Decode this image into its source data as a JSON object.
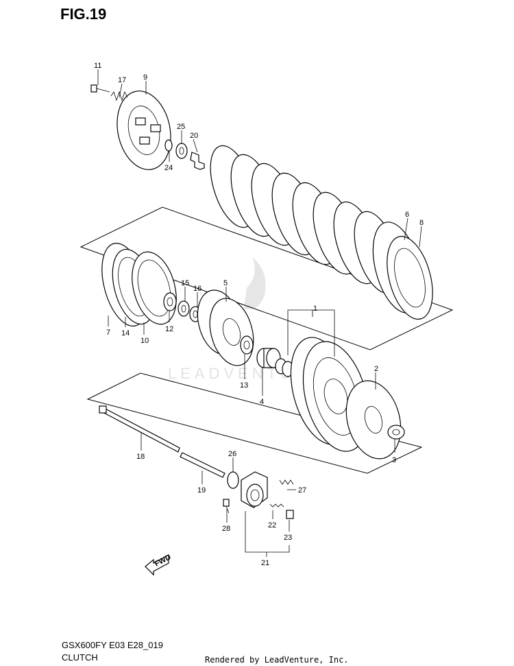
{
  "figure": {
    "title": "FIG.19",
    "model_code": "GSX600FY E03 E28_019",
    "section_name": "CLUTCH",
    "credit": "Rendered by LeadVenture, Inc.",
    "watermark": "LEADVENTURE",
    "fwd_label": "FWD"
  },
  "callouts": [
    {
      "id": "c1",
      "label": "1"
    },
    {
      "id": "c2",
      "label": "2"
    },
    {
      "id": "c3",
      "label": "3"
    },
    {
      "id": "c4",
      "label": "4"
    },
    {
      "id": "c5",
      "label": "5"
    },
    {
      "id": "c6",
      "label": "6"
    },
    {
      "id": "c7",
      "label": "7"
    },
    {
      "id": "c8",
      "label": "8"
    },
    {
      "id": "c9",
      "label": "9"
    },
    {
      "id": "c10",
      "label": "10"
    },
    {
      "id": "c11",
      "label": "11"
    },
    {
      "id": "c12",
      "label": "12"
    },
    {
      "id": "c13",
      "label": "13"
    },
    {
      "id": "c14",
      "label": "14"
    },
    {
      "id": "c15",
      "label": "15"
    },
    {
      "id": "c16",
      "label": "16"
    },
    {
      "id": "c17",
      "label": "17"
    },
    {
      "id": "c18",
      "label": "18"
    },
    {
      "id": "c19",
      "label": "19"
    },
    {
      "id": "c20",
      "label": "20"
    },
    {
      "id": "c21",
      "label": "21"
    },
    {
      "id": "c22",
      "label": "22"
    },
    {
      "id": "c23",
      "label": "23"
    },
    {
      "id": "c24",
      "label": "24"
    },
    {
      "id": "c25",
      "label": "25"
    },
    {
      "id": "c26",
      "label": "26"
    },
    {
      "id": "c27",
      "label": "27"
    },
    {
      "id": "c28",
      "label": "28"
    }
  ]
}
